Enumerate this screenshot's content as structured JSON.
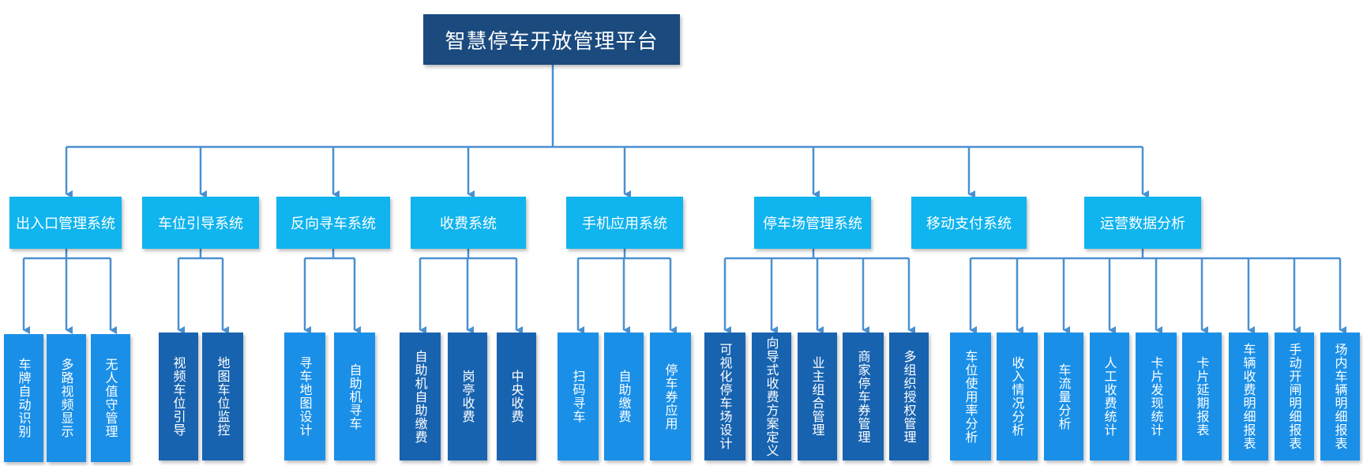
{
  "platform": {
    "title": "智慧停车开放管理平台"
  },
  "colors": {
    "root": "#1a4a7e",
    "system": "#10b4ee",
    "leaf_light": "#1a8fe8",
    "leaf_dark": "#1863b0",
    "connector": "#4a90d0"
  },
  "systems": [
    {
      "label": "出入口管理系统",
      "children": [
        "车牌自动识别",
        "多路视频显示",
        "无人值守管理"
      ]
    },
    {
      "label": "车位引导系统",
      "children": [
        "视频车位引导",
        "地图车位监控"
      ]
    },
    {
      "label": "反向寻车系统",
      "children": [
        "寻车地图设计",
        "自助机寻车"
      ]
    },
    {
      "label": "收费系统",
      "children": [
        "自助机自助缴费",
        "岗亭收费",
        "中央收费"
      ]
    },
    {
      "label": "手机应用系统",
      "children": [
        "扫码寻车",
        "自助缴费",
        "停车券应用"
      ]
    },
    {
      "label": "停车场管理系统",
      "children": [
        "可视化停车场设计",
        "向导式收费方案定义",
        "业主组合管理",
        "商家停车券管理",
        "多组织授权管理"
      ]
    },
    {
      "label": "移动支付系统",
      "children": []
    },
    {
      "label": "运营数据分析",
      "children": [
        "车位使用率分析",
        "收入情况分析",
        "车流量分析",
        "人工收费统计",
        "卡片发现统计",
        "卡片延期报表",
        "车辆收费明细报表",
        "手动开闸明细报表",
        "场内车辆明细报表"
      ]
    }
  ]
}
